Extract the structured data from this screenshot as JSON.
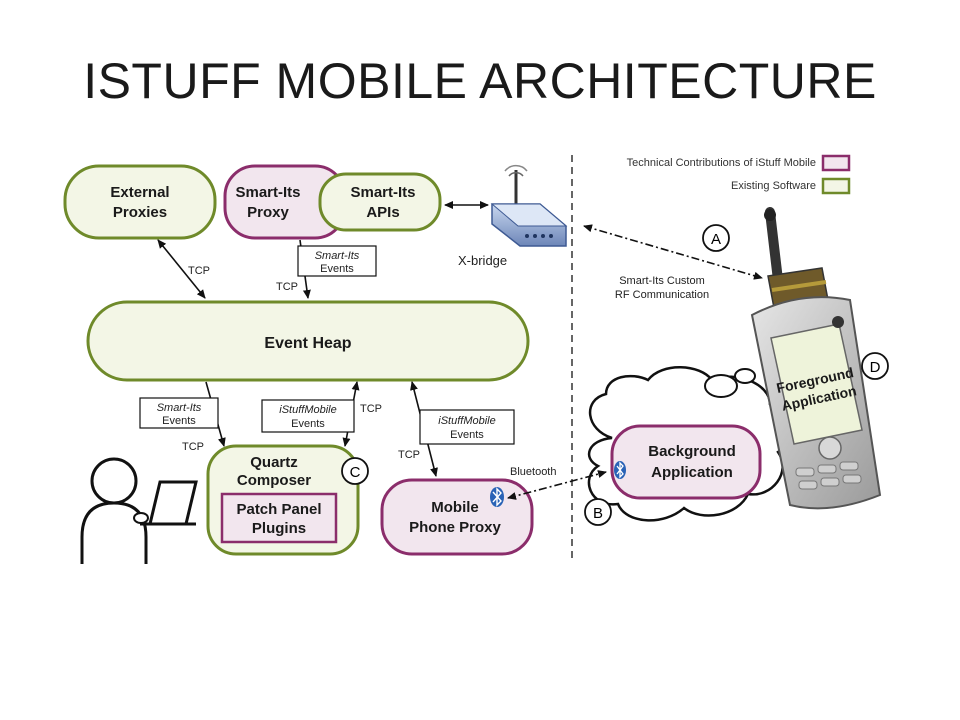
{
  "title": "ISTUFF MOBILE ARCHITECTURE",
  "legend": {
    "technical": "Technical Contributions of iStuff Mobile",
    "existing": "Existing Software",
    "technical_color": "#8b2d6b",
    "existing_color": "#6f8a2a"
  },
  "nodes": {
    "external_proxies": [
      "External",
      "Proxies"
    ],
    "smartits_proxy": [
      "Smart-Its",
      "Proxy"
    ],
    "smartits_apis": [
      "Smart-Its",
      "APIs"
    ],
    "xbridge": "X-bridge",
    "event_heap": "Event Heap",
    "quartz": [
      "Quartz",
      "Composer"
    ],
    "patch_panel": [
      "Patch Panel",
      "Plugins"
    ],
    "mobile_proxy": [
      "Mobile",
      "Phone Proxy"
    ],
    "background_app": [
      "Background",
      "Application"
    ],
    "foreground_app": [
      "Foreground",
      "Application"
    ]
  },
  "edge_labels": {
    "tcp_1": "TCP",
    "tcp_2": "TCP",
    "tcp_3": "TCP",
    "tcp_4": "TCP",
    "tcp_5": "TCP",
    "smartits_events_top": [
      "Smart-Its",
      "Events"
    ],
    "smartits_events_bottom": [
      "Smart-Its",
      "Events"
    ],
    "istuffmobile_events_1": [
      "iStuffMobile",
      "Events"
    ],
    "istuffmobile_events_2": [
      "iStuffMobile",
      "Events"
    ],
    "rf_comm": [
      "Smart-Its Custom",
      "RF Communication"
    ],
    "bluetooth": "Bluetooth"
  },
  "markers": {
    "a": "A",
    "b": "B",
    "c": "C",
    "d": "D"
  },
  "icons": {
    "bluetooth": "bluetooth-icon",
    "router": "router-icon",
    "phone": "mobile-phone-icon",
    "user": "user-at-laptop-icon"
  },
  "colors": {
    "green_border": "#6f8a2a",
    "green_fill": "#f3f6e6",
    "purple_border": "#8b2d6b",
    "purple_fill": "#f2e6ee",
    "bluetooth_blue": "#2a63b6"
  }
}
